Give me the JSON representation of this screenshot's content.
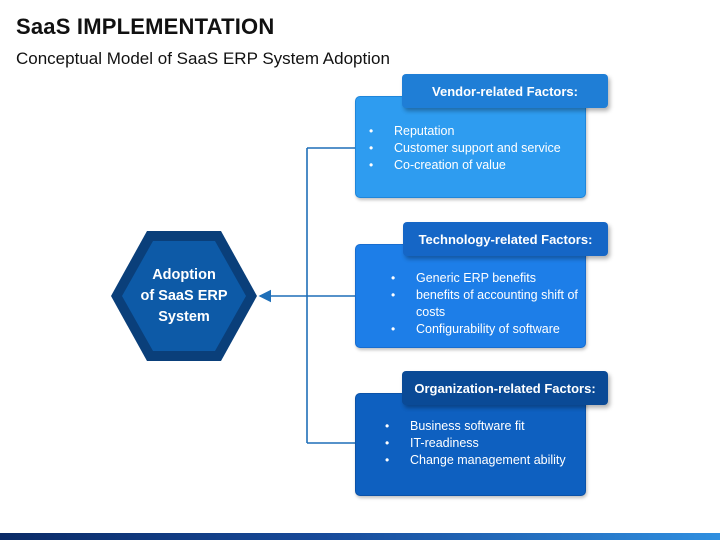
{
  "title": "SaaS IMPLEMENTATION",
  "subtitle": "Conceptual Model of SaaS ERP System Adoption",
  "center": {
    "label": "Adoption\nof SaaS ERP\nSystem",
    "color": "#0d5aa7",
    "border_color": "#0a3f7a"
  },
  "factors": [
    {
      "heading": "Vendor-related Factors:",
      "items": [
        "Reputation",
        "Customer support and service",
        "Co-creation of value"
      ],
      "color": "#2e9cf0"
    },
    {
      "heading": "Technology-related Factors:",
      "items": [
        "Generic ERP benefits",
        "benefits of accounting shift of costs",
        "Configurability of software"
      ],
      "color": "#1d7ee8"
    },
    {
      "heading": "Organization-related Factors:",
      "items": [
        "Business software fit",
        "IT-readiness",
        "Change management ability"
      ],
      "color": "#0e60c0"
    }
  ],
  "connector_color": "#1f6fb8"
}
